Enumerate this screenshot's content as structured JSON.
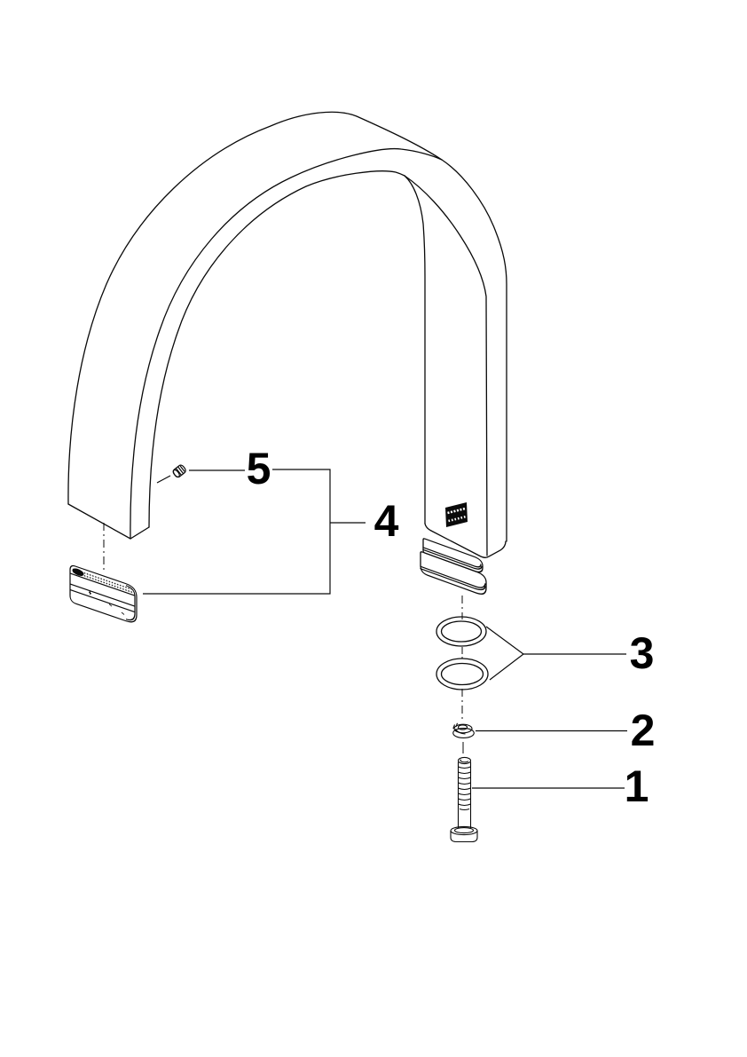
{
  "document": {
    "type": "exploded-parts-diagram",
    "subject": "arched faucet spout assembly",
    "background_color": "#ffffff",
    "ink_color": "#0a0a0a",
    "logo_mark": "illegible-dark-pixelated-wordmark-on-spout"
  },
  "callouts": [
    {
      "number": "1",
      "part": "mounting-screw"
    },
    {
      "number": "2",
      "part": "fastening-washer"
    },
    {
      "number": "3",
      "part": "o-ring-seals"
    },
    {
      "number": "4",
      "part": "spout-aerator-assembly"
    },
    {
      "number": "5",
      "part": "set-screw"
    }
  ]
}
